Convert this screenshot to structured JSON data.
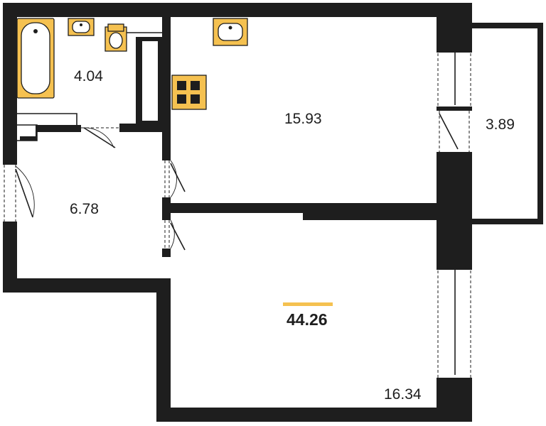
{
  "rooms": {
    "bathroom_area": "4.04",
    "kitchen_area": "15.93",
    "balcony_area": "3.89",
    "hallway_area": "6.78",
    "living_room_area": "16.34"
  },
  "total_area": "44.26",
  "colors": {
    "wall": "#1e1e1e",
    "fixture": "#f5c150",
    "accent_bar": "#f5c150",
    "background": "#ffffff"
  },
  "icons": [
    "bathtub-icon",
    "sink-icon",
    "toilet-icon",
    "stove-icon",
    "door-icon",
    "window-icon"
  ]
}
